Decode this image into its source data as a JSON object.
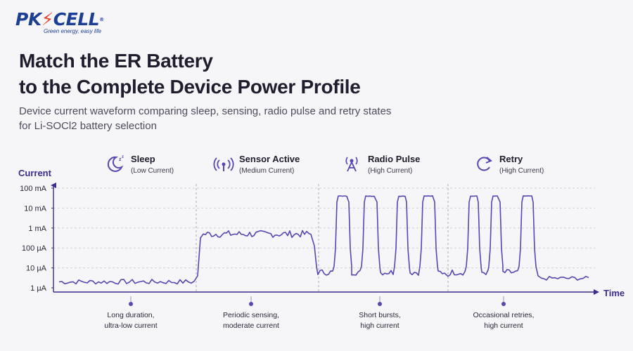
{
  "brand": {
    "logo_text_a": "PK",
    "logo_text_b": "CELL",
    "tagline": "Green energy, easy life",
    "registered": "®"
  },
  "header": {
    "title_line1": "Match the ER Battery",
    "title_line2": "to the Complete Device Power Profile",
    "subtitle_line1": "Device current waveform comparing sleep, sensing, radio pulse and retry states",
    "subtitle_line2": "for Li-SOCl2 battery selection"
  },
  "colors": {
    "accent": "#5a45b0",
    "axis": "#3b2d8f",
    "grid": "#cfcfd8",
    "background": "#f6f6f8"
  },
  "chart_data": {
    "type": "line",
    "title": "",
    "xlabel": "Time",
    "ylabel": "Current",
    "yscale": "log",
    "y_ticks": [
      "1 µA",
      "10 µA",
      "100 µA",
      "1 mA",
      "10 mA",
      "100 mA"
    ],
    "ylim": [
      "1 µA",
      "100 mA"
    ],
    "grid": true,
    "legend": "none",
    "states": [
      {
        "name": "Sleep",
        "level": "(Low Current)",
        "icon": "moon-sleep-icon",
        "note_line1": "Long duration,",
        "note_line2": "ultra-low current"
      },
      {
        "name": "Sensor Active",
        "level": "(Medium Current)",
        "icon": "sensor-signal-icon",
        "note_line1": "Periodic sensing,",
        "note_line2": "moderate current"
      },
      {
        "name": "Radio Pulse",
        "level": "(High Current)",
        "icon": "antenna-icon",
        "note_line1": "Short bursts,",
        "note_line2": "high current"
      },
      {
        "name": "Retry",
        "level": "(High Current)",
        "icon": "retry-arrow-icon",
        "note_line1": "Occasional retries,",
        "note_line2": "high current"
      }
    ],
    "series": [
      {
        "segments": [
          {
            "state": "Sleep",
            "current_level": "~2 µA",
            "pulses": 0
          },
          {
            "state": "Sensor Active",
            "current_level": "~0.5 mA",
            "pulses": 0
          },
          {
            "state": "Radio Pulse",
            "current_level": "~40 mA",
            "baseline": "~6 µA",
            "pulses": 4
          },
          {
            "state": "Retry",
            "current_level": "~40 mA",
            "baseline": "~6 µA",
            "pulses": 3
          }
        ]
      }
    ]
  }
}
